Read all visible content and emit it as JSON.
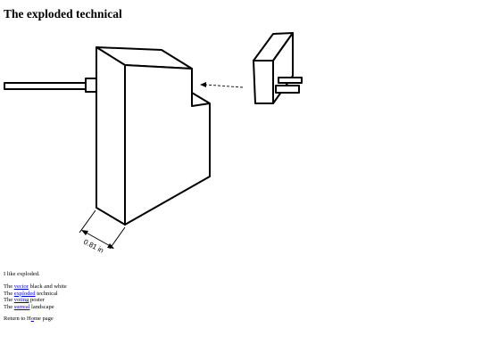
{
  "page": {
    "title": "The exploded technical",
    "intro": "I like exploded.",
    "figure": {
      "dimension_label": "0.81 in"
    },
    "links": [
      {
        "pre": "The ",
        "link": "vector",
        "post": " black and white"
      },
      {
        "pre": "The ",
        "link": "exploded",
        "post": " technical"
      },
      {
        "pre": "The ",
        "link": "voting",
        "post": " poster"
      },
      {
        "pre": "The ",
        "link": "surreal",
        "post": " landscape"
      }
    ],
    "return": {
      "pre": "Return to ",
      "link_first": "H",
      "link_rest": "o",
      "post": "me page"
    }
  }
}
